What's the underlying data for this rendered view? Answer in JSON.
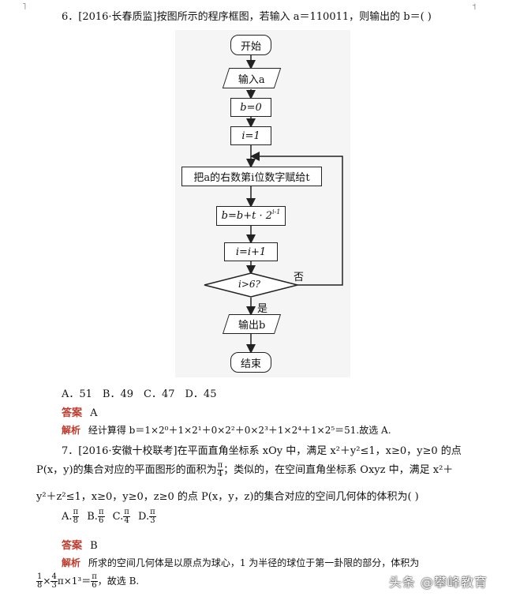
{
  "q6": {
    "stem": "6．[2016·长春质监]按图所示的程序框图，若输入 a＝110011，则输出的 b＝(      )",
    "flow": {
      "start": "开始",
      "input": "输入a",
      "b_init": "b=0",
      "i_init": "i=1",
      "assign": "把a的右数第i位数字赋给t",
      "update_b": "b=b+t · 2",
      "update_b_exp": "i-1",
      "update_i": "i=i+1",
      "cond": "i>6?",
      "no": "否",
      "yes": "是",
      "output": "输出b",
      "end": "结束"
    },
    "options": "A．51　B．49　C．47　D．45",
    "answer_label": "答案",
    "answer": "A",
    "analysis_label": "解析",
    "analysis": "经计算得 b＝1×2⁰＋1×2¹＋0×2²＋0×2³＋1×2⁴＋1×2⁵＝51.故选 A."
  },
  "q7": {
    "line1": "7．[2016·安徽十校联考]在平面直角坐标系 xOy 中，满足 x²＋y²≤1，x≥0，y≥0 的点",
    "line2a": "P(x，y)的集合对应的平面图形的面积为",
    "line2b": "；类似的，在空间直角坐标系 Oxyz 中，满足 x²＋",
    "line3": "y²＋z²≤1，x≥0，y≥0，z≥0 的点 P(x，y，z)的集合对应的空间几何体的体积为(      )",
    "frac_pi4": [
      "π",
      "4"
    ],
    "opt_a": "A.",
    "opt_b": "B.",
    "opt_c": "C.",
    "opt_d": "D.",
    "frac_a": [
      "π",
      "8"
    ],
    "frac_b": [
      "π",
      "6"
    ],
    "frac_c": [
      "π",
      "4"
    ],
    "frac_d": [
      "π",
      "3"
    ],
    "answer_label": "答案",
    "answer": "B",
    "analysis_label": "解析",
    "analysis_line1": "所求的空间几何体是以原点为球心，1 为半径的球位于第一卦限的部分，体积为",
    "analysis_line2_mid": "π×1³＝",
    "analysis_line2_end": "，故选 B.",
    "f_1_8": [
      "1",
      "8"
    ],
    "f_4_3": [
      "4",
      "3"
    ],
    "f_pi_6": [
      "π",
      "6"
    ],
    "times": "×"
  },
  "watermark": "头条 @攀峰教育"
}
